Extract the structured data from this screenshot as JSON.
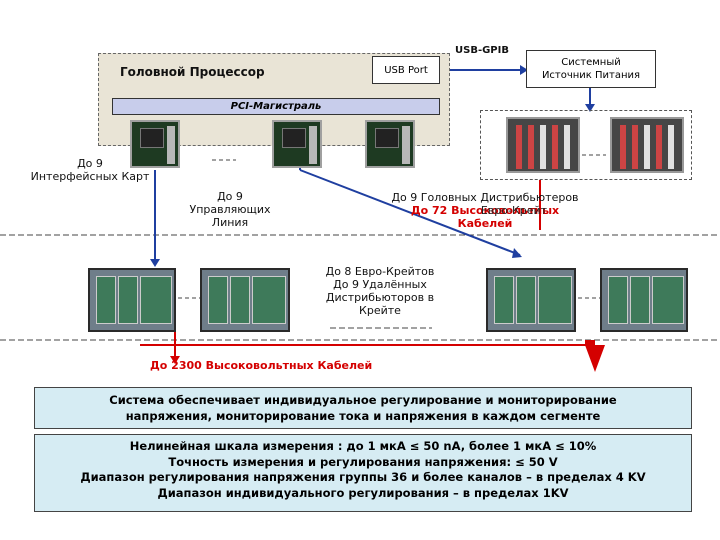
{
  "host": {
    "label": "Головной Процессор",
    "usb_port": "USB Port"
  },
  "usb_gpib": "USB-GPIB",
  "psu": {
    "line1": "Системный",
    "line2": "Источник Питания"
  },
  "pci": "PCI-Магистраль",
  "interface_cards": {
    "line1": "До 9",
    "line2": "Интерфейсных Карт"
  },
  "control_lines": {
    "line1": "До 9",
    "line2": "Управляющих",
    "line3": "Линия"
  },
  "head_dist": {
    "line1": "До 9 Головных Дистрибьютеров",
    "line2": "До 72 Высоковольтных",
    "line3": "Кабелей",
    "overlay": "Евро-Крейт"
  },
  "crates": {
    "line1": "До 8 Евро-Крейтов",
    "line2": "До 9 Удалённых",
    "line3": "Дистрибьюторов в",
    "line4": "Крейте"
  },
  "hv_cables": "До 2300 Высоковольтных Кабелей",
  "info1": {
    "line1": "Система обеспечивает индивидуальное регулирование и мониторирование",
    "line2": "напряжения, мониторирование тока и напряжения в каждом сегменте"
  },
  "info2": {
    "line1": "Нелинейная шкала измерения : до 1 мкА  ≤ 50 nA, более 1 мкА  ≤ 10%",
    "line2": "Точность измерения  и регулирования напряжения:   ≤ 50 V",
    "line3": "Диапазон регулирования напряжения группы 36 и более каналов – в пределах 4 KV",
    "line4": "Диапазон индивидуального регулирования  – в пределах 1KV"
  },
  "colors": {
    "red": "#d40000",
    "blue": "#1f3fa0",
    "info_bg": "#d6ecf3"
  }
}
